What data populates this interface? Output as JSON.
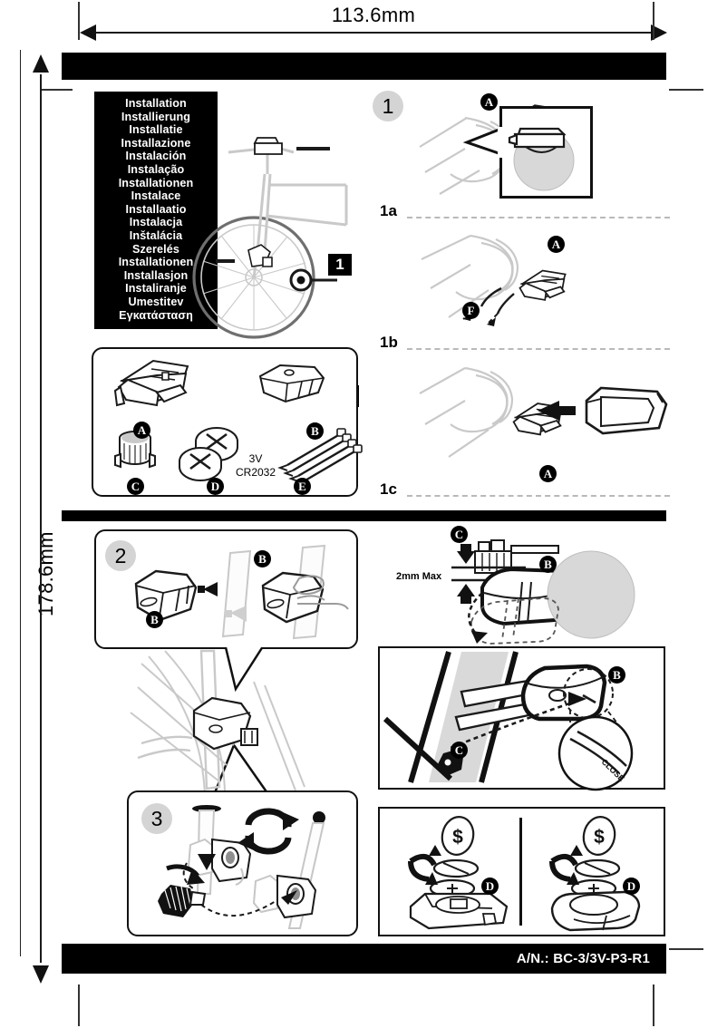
{
  "document": {
    "type": "installation-instruction-sheet",
    "part_number_label": "A/N.: BC-3/3V-P3-R1"
  },
  "dimensions": {
    "width_label": "113.6mm",
    "height_label": "178.6mm"
  },
  "languages": {
    "title_note": "Installation heading in multiple languages",
    "items": [
      "Installation",
      "Installierung",
      "Installatie",
      "Installazione",
      "Instalación",
      "Instalação",
      "Installationen",
      "Instalace",
      "Installaatio",
      "Instalacja",
      "Inštalácia",
      "Szerelés",
      "Installationen",
      "Installasjon",
      "Instaliranje",
      "Umestitev",
      "Εγκατάσταση"
    ]
  },
  "overview": {
    "callouts": [
      "1",
      "2",
      "3"
    ]
  },
  "parts": {
    "items": [
      {
        "key": "A",
        "name": "handlebar-bracket"
      },
      {
        "key": "B",
        "name": "wheel-sensor"
      },
      {
        "key": "C",
        "name": "spoke-magnet"
      },
      {
        "key": "D",
        "name": "coin-cell-battery"
      },
      {
        "key": "E",
        "name": "cable-ties"
      }
    ],
    "battery_spec_line1": "3V",
    "battery_spec_line2": "CR2032"
  },
  "step1": {
    "badge": "1",
    "sub_labels": [
      "1a",
      "1b",
      "1c"
    ],
    "markers": [
      "A",
      "A",
      "F",
      "A"
    ]
  },
  "step2": {
    "badge": "2",
    "markers": [
      "B",
      "B"
    ]
  },
  "step3": {
    "badge": "3"
  },
  "sensor_gap": {
    "max_gap_label": "2mm Max",
    "markers": [
      "C",
      "B"
    ]
  },
  "alignment": {
    "markers": [
      "B",
      "C"
    ]
  },
  "battery_change": {
    "markers": [
      "D",
      "D"
    ],
    "coin_glyph": "$"
  },
  "colors": {
    "ink": "#1a1a1a",
    "bar": "#000000",
    "badge_gray": "#d4d4d4",
    "ghost_gray": "#c9c9c9",
    "dash_gray": "#b9b9b9"
  }
}
